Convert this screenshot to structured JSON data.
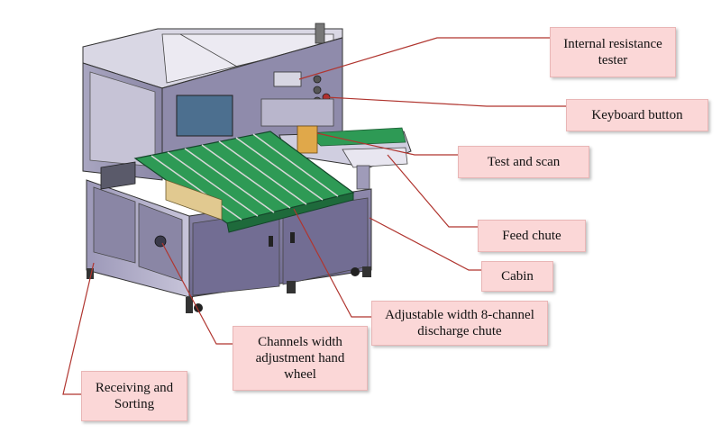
{
  "callouts": {
    "internal_resistance_tester": "Internal resistance tester",
    "keyboard_button": "Keyboard button",
    "test_and_scan": "Test and scan",
    "feed_chute": "Feed chute",
    "cabin": "Cabin",
    "adjustable_discharge_chute": "Adjustable width 8-channel discharge chute",
    "channels_width_handwheel": "Channels width adjustment hand wheel",
    "receiving_and_sorting": "Receiving and Sorting"
  },
  "colors": {
    "callout_fill": "#fbd7d7",
    "leader_line": "#b0352f",
    "frame": "#8e8aa8",
    "cabinet": "#7f7a9e",
    "belt": "#2e9a55",
    "screen": "#4c6f8f"
  }
}
